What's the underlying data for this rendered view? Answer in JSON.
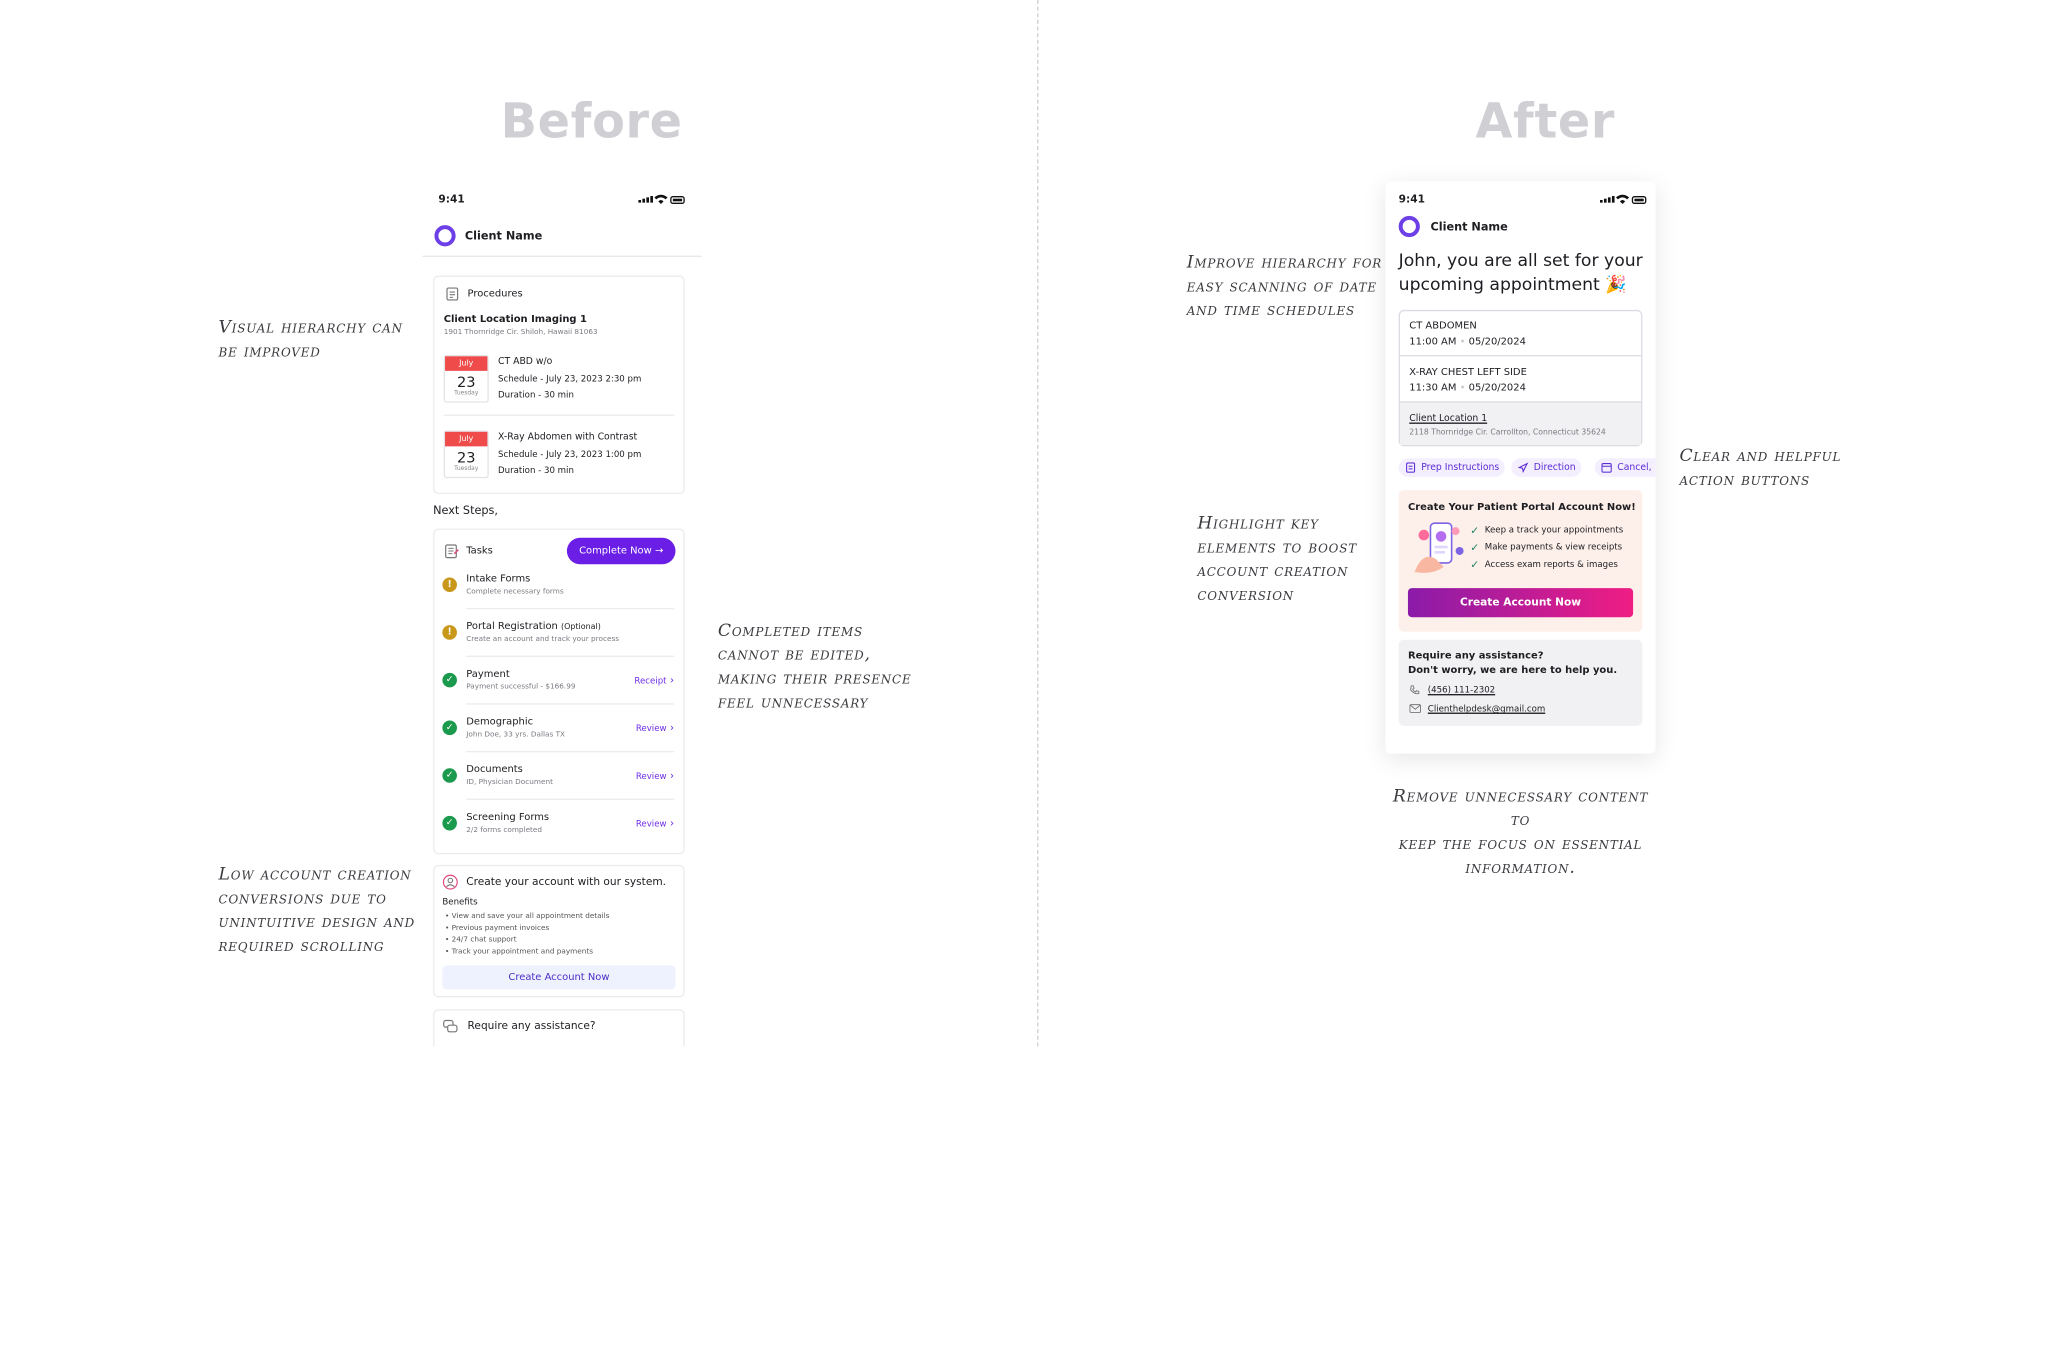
{
  "headings": {
    "before": "Before",
    "after": "After"
  },
  "notes": {
    "visual_hierarchy": [
      "Visual hierarchy can",
      "be improved"
    ],
    "low_conversion": [
      "Low account creation",
      "conversions due to",
      "unintuitive design and",
      "required scrolling"
    ],
    "completed_items": [
      "Completed items",
      "cannot be edited,",
      "making their presence",
      "feel unnecessary"
    ],
    "improve_hierarchy": [
      "Improve hierarchy for",
      "easy scanning of date",
      "and time schedules"
    ],
    "highlight_key": [
      "Highlight key",
      "elements to boost",
      "account creation",
      "conversion"
    ],
    "clear_actions": [
      "Clear and helpful",
      "action buttons"
    ],
    "remove_content": [
      "Remove unnecessary content to",
      "keep the focus on essential",
      "information."
    ]
  },
  "before": {
    "status_time": "9:41",
    "client_name": "Client Name",
    "procedures": {
      "title": "Procedures",
      "location": "Client Location Imaging 1",
      "address": "1901 Thornridge Cir. Shiloh, Hawaii 81063",
      "items": [
        {
          "month": "July",
          "day": "23",
          "weekday": "Tuesday",
          "name": "CT ABD w/o",
          "schedule": "Schedule -  July 23, 2023  2:30 pm",
          "duration": "Duration - 30 min"
        },
        {
          "month": "July",
          "day": "23",
          "weekday": "Tuesday",
          "name": "X-Ray Abdomen with Contrast",
          "schedule": "Schedule -  July 23, 2023  1:00 pm",
          "duration": "Duration - 30 min"
        }
      ]
    },
    "next_steps": "Next Steps,",
    "tasks": {
      "title": "Tasks",
      "complete_now": "Complete Now",
      "items": [
        {
          "status": "pending",
          "title": "Intake Forms",
          "title_suffix": "",
          "subtitle": "Complete necessary forms",
          "action": ""
        },
        {
          "status": "pending",
          "title": "Portal Registration",
          "title_suffix": "(Optional)",
          "subtitle": "Create an account and track your process",
          "action": ""
        },
        {
          "status": "done",
          "title": "Payment",
          "title_suffix": "",
          "subtitle": "Payment successful - $166.99",
          "action": "Receipt"
        },
        {
          "status": "done",
          "title": "Demographic",
          "title_suffix": "",
          "subtitle": "John Doe, 33 yrs.  Dallas TX",
          "action": "Review"
        },
        {
          "status": "done",
          "title": "Documents",
          "title_suffix": "",
          "subtitle": "ID, Physician Document",
          "action": "Review"
        },
        {
          "status": "done",
          "title": "Screening Forms",
          "title_suffix": "",
          "subtitle": "2/2 forms completed",
          "action": "Review"
        }
      ]
    },
    "account": {
      "title": "Create your account with our system.",
      "benefits_label": "Benefits",
      "benefits": [
        "View and save your all appointment details",
        "Previous payment invoices",
        "24/7 chat support",
        "Track your appointment and payments"
      ],
      "button": "Create Account Now"
    },
    "assistance": "Require any assistance?"
  },
  "after": {
    "status_time": "9:41",
    "client_name": "Client Name",
    "greeting": "John, you are all set for your upcoming appointment 🎉",
    "appointments": [
      {
        "name": "CT ABDOMEN",
        "time": "11:00 AM",
        "date": "05/20/2024"
      },
      {
        "name": "X-RAY CHEST LEFT SIDE",
        "time": "11:30 AM",
        "date": "05/20/2024"
      }
    ],
    "location": {
      "name": "Client Location 1",
      "address": "2118 Thornridge Cir. Carrollton, Connecticut 35624"
    },
    "actions": [
      "Prep Instructions",
      "Direction",
      "Cancel,"
    ],
    "portal": {
      "title": "Create Your Patient Portal Account Now!",
      "benefits": [
        "Keep a track your appointments",
        "Make payments & view receipts",
        "Access exam reports & images"
      ],
      "button": "Create Account Now"
    },
    "help": {
      "title": "Require any assistance?",
      "subtitle": "Don't worry, we are here to help you.",
      "phone": "(456) 111-2302",
      "email": "Clienthelpdesk@gmail.com"
    }
  },
  "colors": {
    "brand": "#6d3fe6",
    "purple_button": "#6a1ee6",
    "gradient_start": "#8a1ba8",
    "gradient_end": "#ef1d84",
    "success": "#1b9a4e",
    "warning": "#c9971a"
  }
}
